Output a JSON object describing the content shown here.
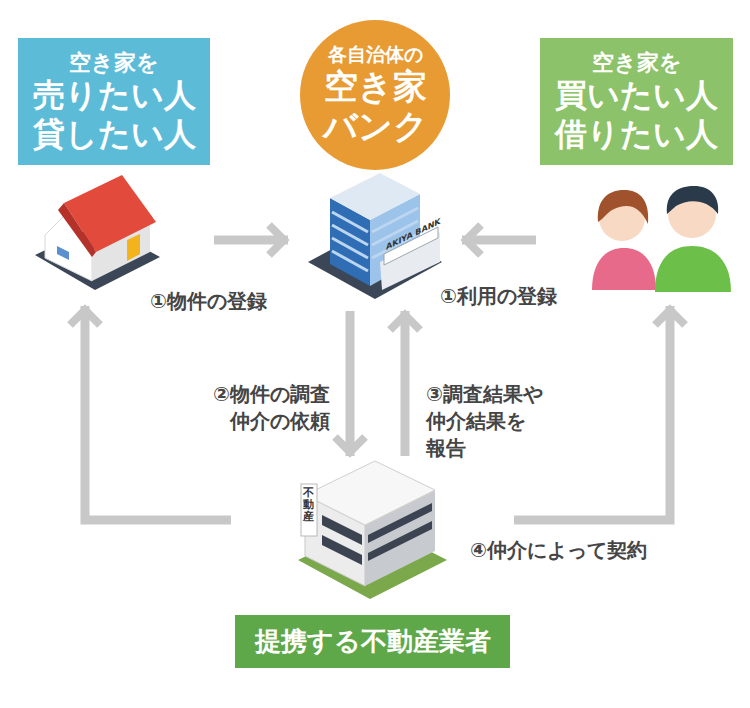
{
  "diagram": {
    "nodes": [
      {
        "text": [
          "空き家を",
          "売りたい人 貸したい人"
        ]
      },
      {
        "text": [
          "各自治体の",
          "空き家 バンク"
        ]
      },
      {
        "text": [
          "空き家を",
          "買いたい人 借りたい人"
        ]
      },
      {
        "text": [
          "提携する不動産業者"
        ]
      }
    ],
    "edges": [
      {
        "from": 0,
        "to": 1,
        "label": "①物件の登録",
        "arrow": "to"
      },
      {
        "from": 2,
        "to": 1,
        "label": "①利用の登録",
        "arrow": "to"
      },
      {
        "from": 1,
        "to": 3,
        "label": "②物件の調査 仲介の依頼",
        "arrow": "to"
      },
      {
        "from": 3,
        "to": 1,
        "label": "③調査結果や 仲介結果を 報告",
        "arrow": "to"
      },
      {
        "from": 3,
        "to": 0,
        "arrow": "to"
      },
      {
        "from": 3,
        "to": 2,
        "label": "④仲介によって契約",
        "arrow": "to"
      }
    ],
    "labels": [
      "AKIYA BANK",
      "不動産"
    ]
  }
}
